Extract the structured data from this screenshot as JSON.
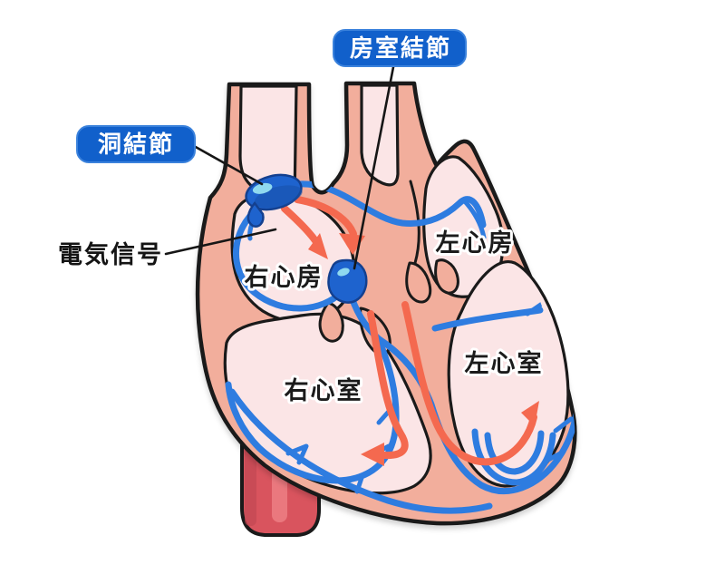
{
  "labels": {
    "av_node": "房室結節",
    "sa_node": "洞結節",
    "electrical_signal": "電気信号",
    "right_atrium": "右心房",
    "left_atrium": "左心房",
    "right_ventricle": "右心室",
    "left_ventricle": "左心室"
  },
  "colors": {
    "background": "#ffffff",
    "heart_wall": "#F2AE9C",
    "chamber": "#FBE5E6",
    "outline": "#1a1a1a",
    "conduction_path_blue": "#2E7CE0",
    "node_blue": "#1E63CE",
    "node_highlight": "#8FD9EF",
    "signal_arrow_red": "#F4694F",
    "label_box_blue": "#1160CB",
    "label_text": "#ffffff",
    "vena_cava_red": "#D9545E"
  }
}
